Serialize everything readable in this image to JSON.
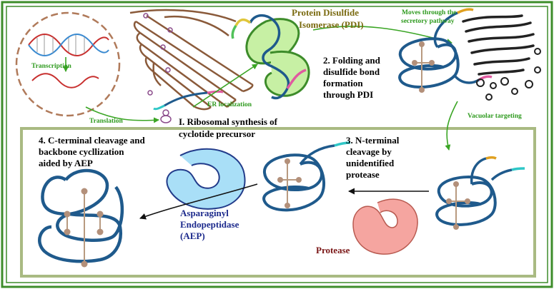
{
  "labels": {
    "transcription": "Transcription",
    "translation": "Translation",
    "er_localization": "ER localization",
    "pdi_line1": "Protein Disulfide",
    "pdi_line2": "Isomerase (PDI)",
    "secretory_line1": "Moves through the",
    "secretory_line2": "secretory pathway",
    "step2_line1": "2. Folding and",
    "step2_line2": "disulfide bond",
    "step2_line3": "formation",
    "step2_line4": "through PDI",
    "vacuolar": "Vacuolar targeting",
    "step1_line1": "I. Ribosomal synthesis of",
    "step1_line2": "cyclotide precursor",
    "step3_line1": "3. N-terminal",
    "step3_line2": "cleavage by",
    "step3_line3": "unidentified",
    "step3_line4": "protease",
    "step4_line1": "4. C-terminal cleavage and",
    "step4_line2": "backbone  cycllization",
    "step4_line3": "aided by AEP",
    "aep_line1": "Asparaginyl",
    "aep_line2": "Endopeptidase",
    "aep_line3": "(AEP)",
    "protease": "Protease"
  },
  "colors": {
    "frame": "#3d8c2a",
    "inner_frame": "#a9ba82",
    "peptide": "#1f5a8c",
    "bond": "#b89a80",
    "node": "#b3907a",
    "er_golgi": "#8a5a3a",
    "arrow_green": "#3aa524",
    "pdi_fill": "#c7f0a4",
    "aep_fill": "#a9dff7",
    "protease_fill": "#f5a5a0"
  }
}
